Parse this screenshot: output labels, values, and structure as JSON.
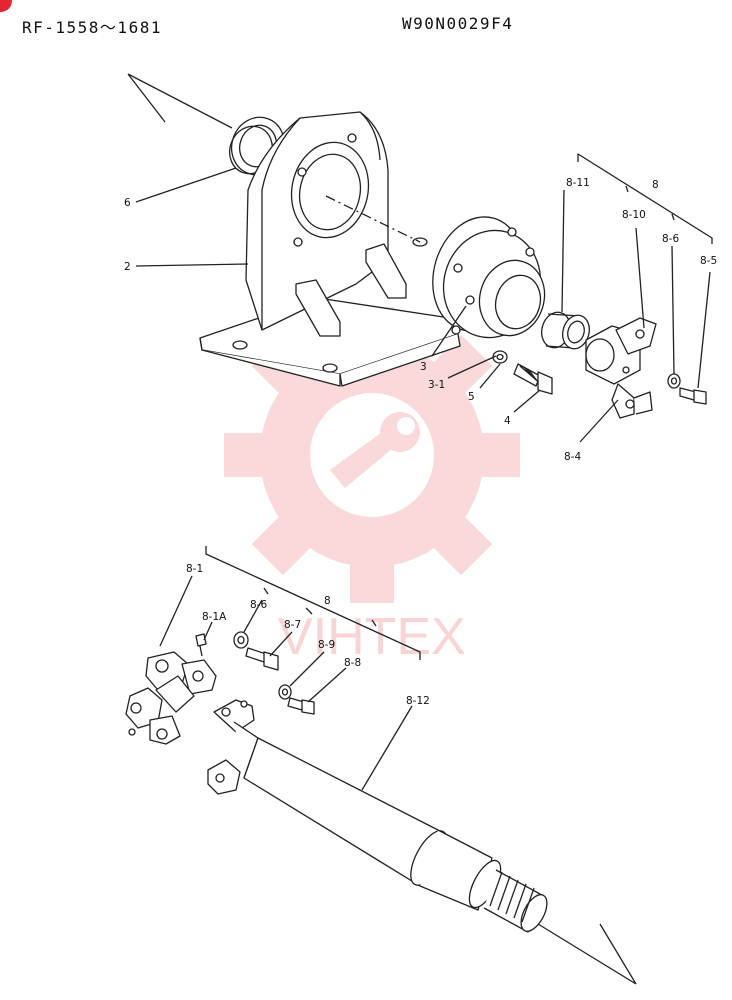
{
  "header": {
    "serial_range": "RF-1558〜1681",
    "drawing_code": "W90N0029F4"
  },
  "watermark": {
    "text": "VIHTEX",
    "color": "#f4b4b4"
  },
  "callouts": {
    "c6": "6",
    "c2": "2",
    "c3": "3",
    "c3_1": "3-1",
    "c5": "5",
    "c4": "4",
    "c8_top": "8",
    "c8_11": "8-11",
    "c8_10": "8-10",
    "c8_6_top": "8-6",
    "c8_5": "8-5",
    "c8_4": "8-4",
    "c8_1": "8-1",
    "c8_1a": "8-1A",
    "c8_6_bottom": "8-6",
    "c8_bottom": "8",
    "c8_7": "8-7",
    "c8_9": "8-9",
    "c8_8": "8-8",
    "c8_12": "8-12"
  }
}
